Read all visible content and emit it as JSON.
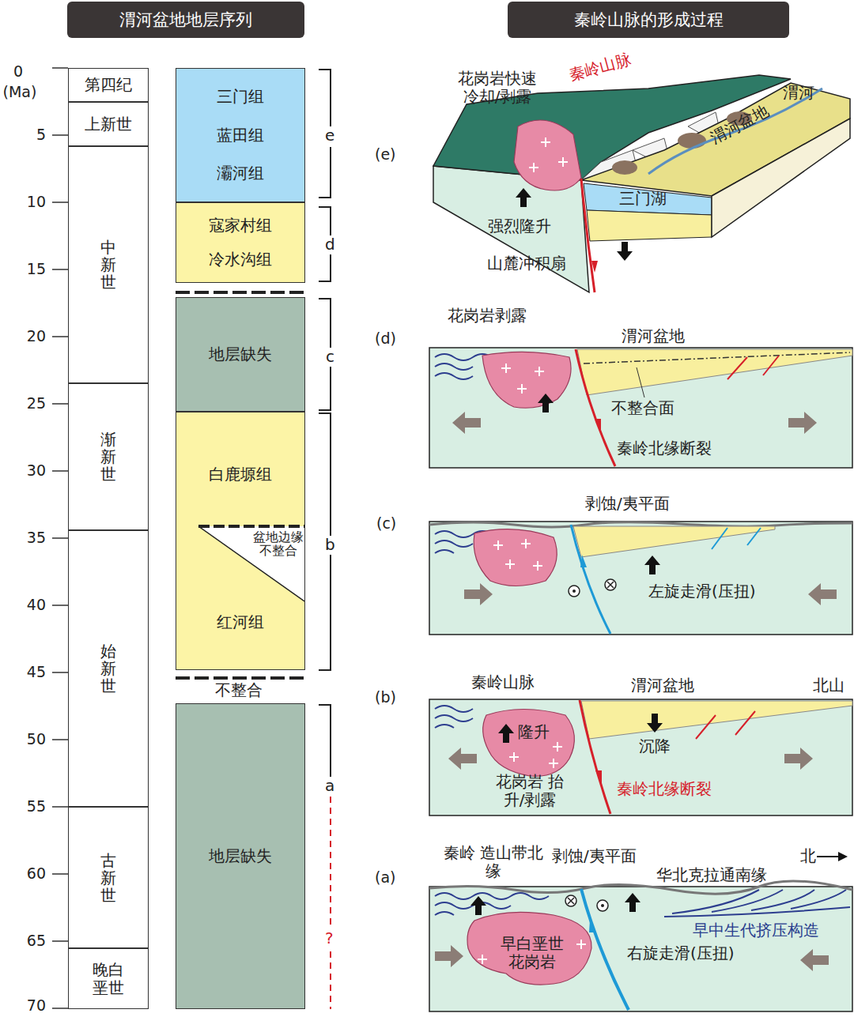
{
  "diagram": {
    "nodes": [
      {
        "text": [
          "渭河盆地地层序列"
        ]
      },
      {
        "text": [
          "秦岭山脉的形成过程"
        ]
      },
      {
        "text": [
          "第四纪"
        ]
      },
      {
        "text": [
          "上新世"
        ]
      },
      {
        "text": [
          "中新世"
        ]
      },
      {
        "text": [
          "渐新世"
        ]
      },
      {
        "text": [
          "始新世"
        ]
      },
      {
        "text": [
          "古新世"
        ]
      },
      {
        "text": [
          "晚白垩世"
        ]
      },
      {
        "text": [
          "三门组",
          "蓝田组",
          "灞河组"
        ]
      },
      {
        "text": [
          "寇家村组",
          "冷水沟组"
        ]
      },
      {
        "text": [
          "地层缺失"
        ]
      },
      {
        "text": [
          "白鹿塬组",
          "盆地边缘 不整合",
          "红河组"
        ]
      },
      {
        "text": [
          "地层缺失"
        ]
      }
    ],
    "labels": [
      "0",
      "(Ma)",
      "5",
      "10",
      "15",
      "20",
      "25",
      "30",
      "35",
      "40",
      "45",
      "50",
      "55",
      "60",
      "65",
      "70",
      "e",
      "d",
      "c",
      "b",
      "a",
      "?",
      "不整合",
      "(e)",
      "(d)",
      "(c)",
      "(b)",
      "(a)",
      "花岗岩快速 冷却/剥露",
      "秦岭山脉",
      "渭河",
      "渭河盆地",
      "三门湖",
      "强烈隆升",
      "山麓冲积扇",
      "花岗岩剥露",
      "渭河盆地",
      "不整合面",
      "秦岭北缘断裂",
      "剥蚀/夷平面",
      "左旋走滑(压扭)",
      "秦岭山脉",
      "渭河盆地",
      "北山",
      "隆升",
      "沉降",
      "花岗岩 抬升/剥露",
      "秦岭北缘断裂",
      "秦岭 造山带北缘",
      "剥蚀/夷平面",
      "北",
      "华北克拉通南缘",
      "早中生代挤压构造",
      "早白垩世 花岗岩",
      "右旋走滑(压扭)"
    ]
  }
}
